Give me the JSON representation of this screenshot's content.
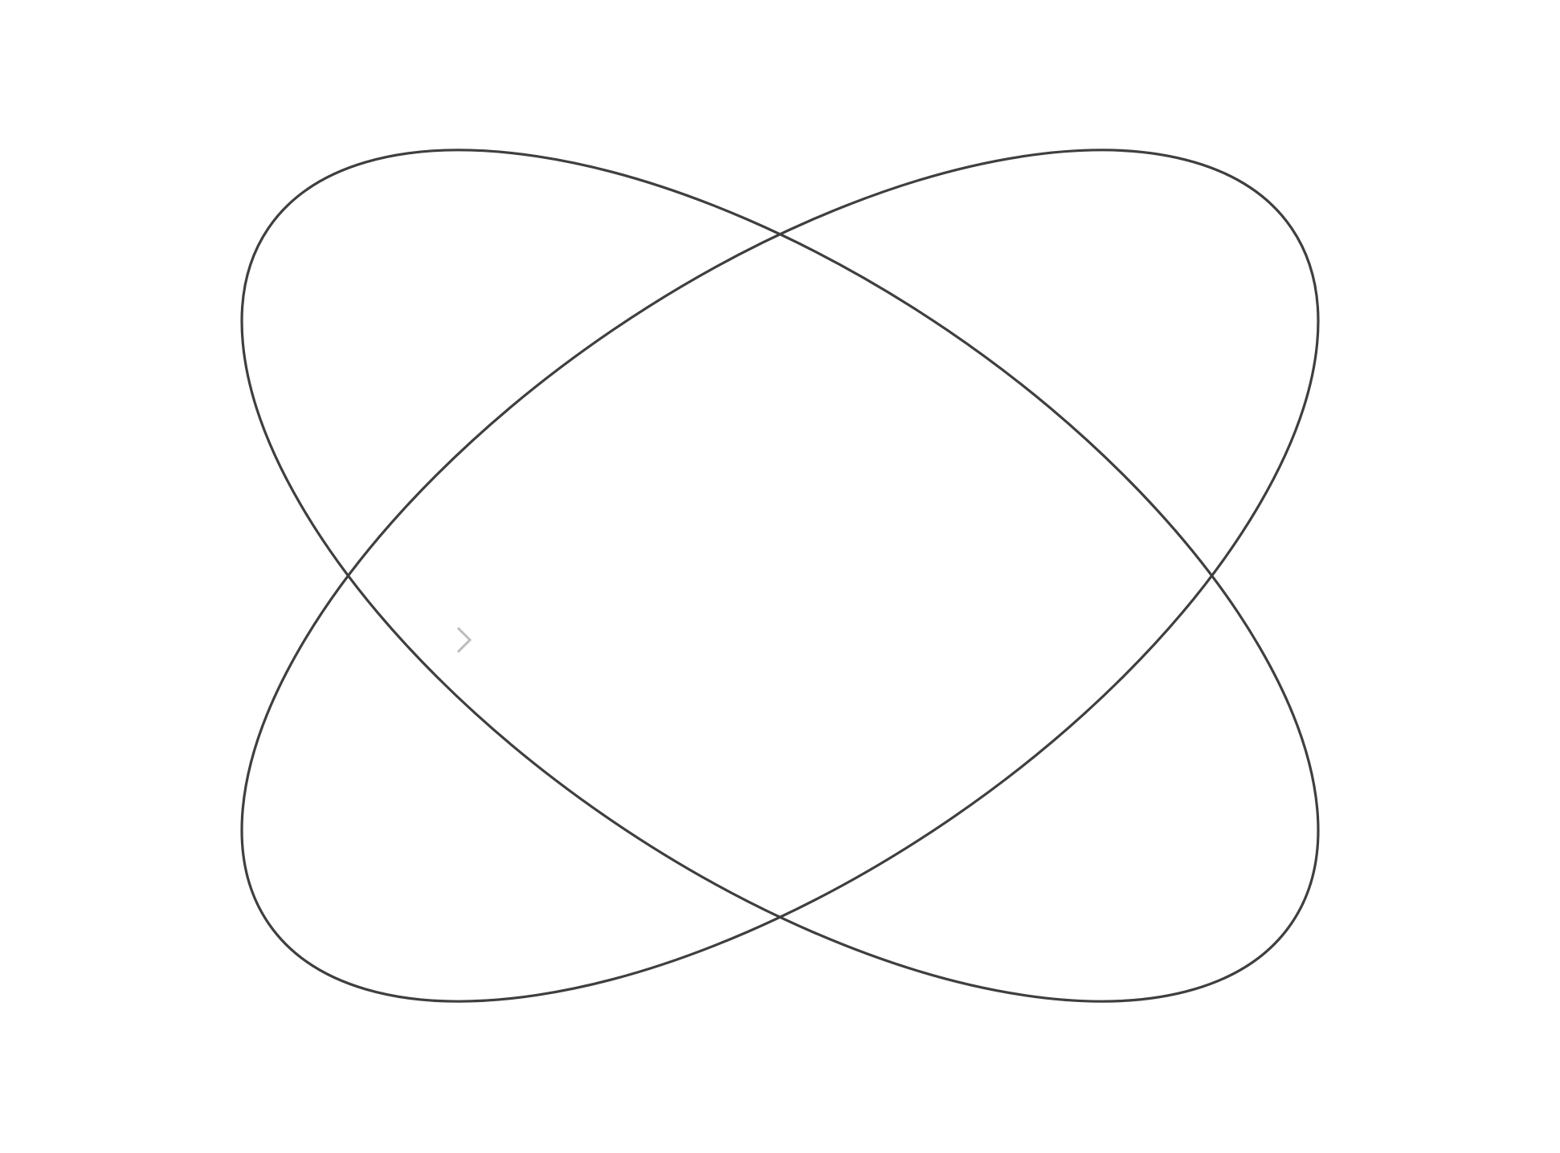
{
  "diagram": {
    "kind": "two crossing elliptical orbits",
    "orbits": [
      {
        "id": "orbit-tilted-down"
      },
      {
        "id": "orbit-tilted-up"
      }
    ],
    "controls": {
      "next_icon": "chevron-right-icon"
    }
  },
  "colors": {
    "background": "#ffffff",
    "orbit_stroke": "#3f3f3f",
    "chevron_stroke": "#bdbdbd"
  }
}
